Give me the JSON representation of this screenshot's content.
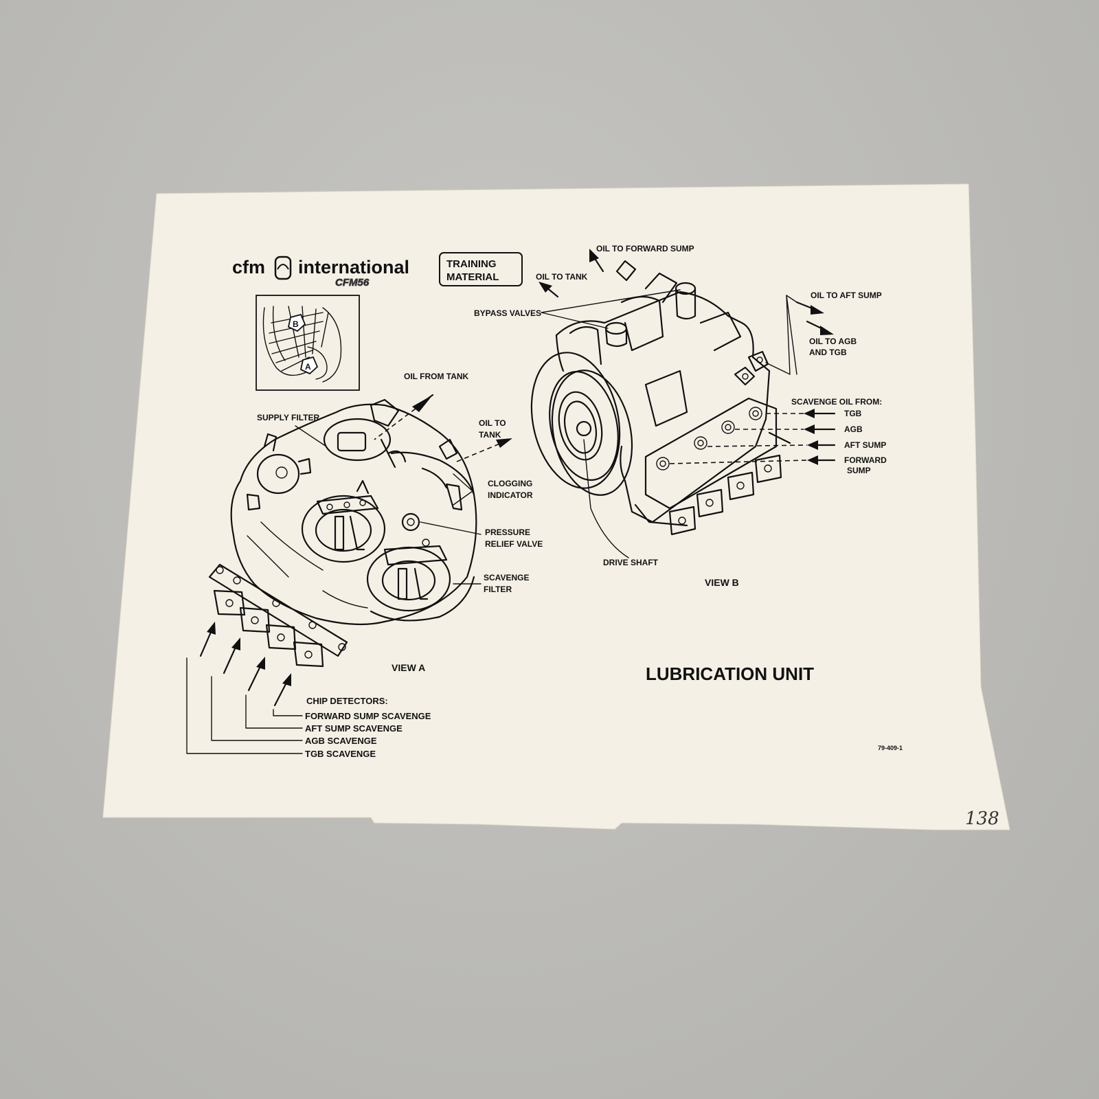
{
  "header": {
    "brand_left": "cfm",
    "brand_right": "international",
    "brand_sub": "CFM56",
    "stamp_line1": "TRAINING",
    "stamp_line2": "MATERIAL"
  },
  "locator": {
    "marker_a": "A",
    "marker_b": "B"
  },
  "view_a": {
    "caption": "VIEW A",
    "labels": {
      "oil_from_tank": "OIL FROM TANK",
      "supply_filter": "SUPPLY FILTER",
      "oil_to_tank_1": "OIL TO",
      "oil_to_tank_2": "TANK",
      "clogging_1": "CLOGGING",
      "clogging_2": "INDICATOR",
      "pressure_1": "PRESSURE",
      "pressure_2": "RELIEF VALVE",
      "scavenge_filter_1": "SCAVENGE",
      "scavenge_filter_2": "FILTER"
    },
    "chip_detectors": {
      "heading": "CHIP DETECTORS:",
      "items": [
        "FORWARD SUMP SCAVENGE",
        "AFT SUMP SCAVENGE",
        "AGB SCAVENGE",
        "TGB SCAVENGE"
      ]
    }
  },
  "view_b": {
    "caption": "VIEW B",
    "labels": {
      "oil_to_forward_sump": "OIL TO FORWARD SUMP",
      "oil_to_tank": "OIL TO TANK",
      "bypass_valves": "BYPASS VALVES",
      "oil_to_aft_sump": "OIL TO AFT SUMP",
      "oil_to_agb_1": "OIL TO AGB",
      "oil_to_agb_2": "AND TGB",
      "drive_shaft": "DRIVE SHAFT"
    },
    "scavenge_oil": {
      "heading": "SCAVENGE OIL FROM:",
      "items": [
        "TGB",
        "AGB",
        "AFT SUMP",
        "FORWARD",
        "SUMP"
      ]
    }
  },
  "title": "LUBRICATION UNIT",
  "figure_number": "79-409-1",
  "page_number": "138",
  "colors": {
    "paper": "#f5f0e6",
    "ink": "#111111",
    "background": "#bdbcb8"
  }
}
